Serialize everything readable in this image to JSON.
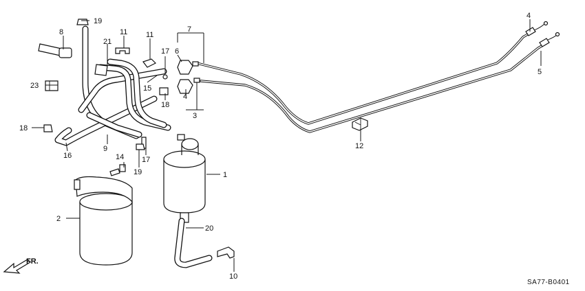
{
  "diagram_code": "SA77-B0401",
  "direction_label": "FR.",
  "callouts": [
    {
      "id": "c1",
      "label": "1"
    },
    {
      "id": "c2",
      "label": "2"
    },
    {
      "id": "c3",
      "label": "3"
    },
    {
      "id": "c4a",
      "label": "4"
    },
    {
      "id": "c4b",
      "label": "4"
    },
    {
      "id": "c5",
      "label": "5"
    },
    {
      "id": "c6",
      "label": "6"
    },
    {
      "id": "c7",
      "label": "7"
    },
    {
      "id": "c8",
      "label": "8"
    },
    {
      "id": "c9",
      "label": "9"
    },
    {
      "id": "c10",
      "label": "10"
    },
    {
      "id": "c11a",
      "label": "11"
    },
    {
      "id": "c11b",
      "label": "11"
    },
    {
      "id": "c12",
      "label": "12"
    },
    {
      "id": "c14",
      "label": "14"
    },
    {
      "id": "c15",
      "label": "15"
    },
    {
      "id": "c16",
      "label": "16"
    },
    {
      "id": "c17a",
      "label": "17"
    },
    {
      "id": "c17b",
      "label": "17"
    },
    {
      "id": "c18a",
      "label": "18"
    },
    {
      "id": "c18b",
      "label": "18"
    },
    {
      "id": "c19a",
      "label": "19"
    },
    {
      "id": "c19b",
      "label": "19"
    },
    {
      "id": "c20",
      "label": "20"
    },
    {
      "id": "c21",
      "label": "21"
    },
    {
      "id": "c23",
      "label": "23"
    }
  ]
}
